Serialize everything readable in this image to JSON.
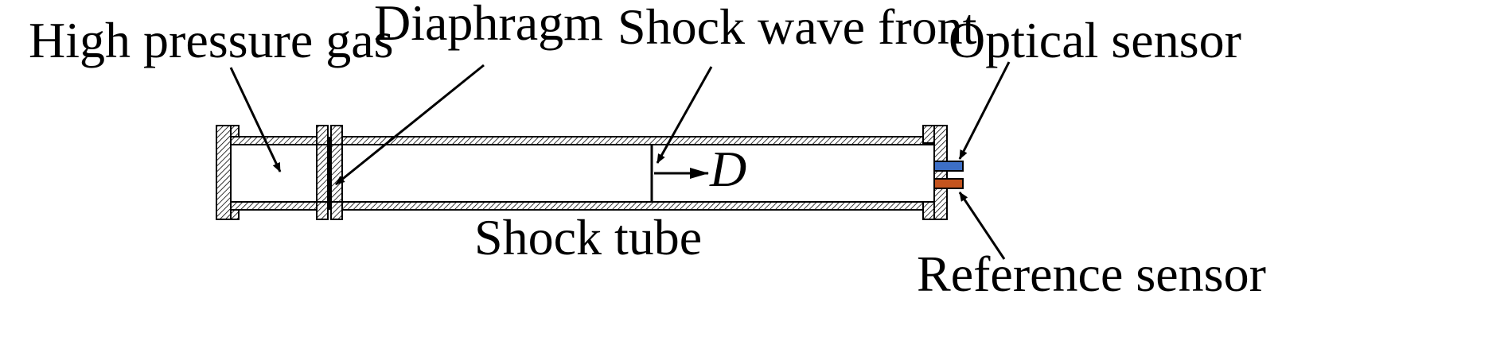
{
  "labels": {
    "high_pressure_gas": "High pressure gas",
    "diaphragm": "Diaphragm",
    "shock_wave_front": "Shock wave front",
    "optical_sensor": "Optical sensor",
    "velocity": "D",
    "shock_tube": "Shock tube",
    "reference_sensor": "Reference sensor"
  },
  "colors": {
    "optical_sensor": "#3d6fc6",
    "reference_sensor": "#c4541e",
    "wall_hatch": "#000000"
  }
}
